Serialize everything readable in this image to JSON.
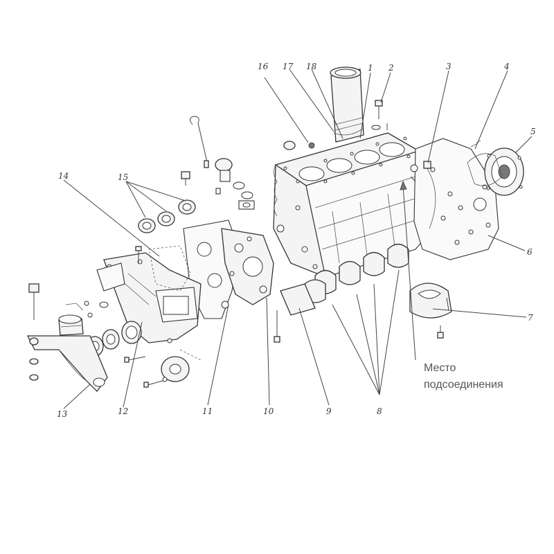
{
  "diagram": {
    "callouts": {
      "c1": "1",
      "c2": "2",
      "c3": "3",
      "c4": "4",
      "c5": "5",
      "c6": "6",
      "c7": "7",
      "c8": "8",
      "c9": "9",
      "c10": "10",
      "c11": "11",
      "c12": "12",
      "c13": "13",
      "c14": "14",
      "c15": "15",
      "c16": "16",
      "c17": "17",
      "c18": "18"
    },
    "note_line1": "Место",
    "note_line2": "подсоединения",
    "colors": {
      "line": "#333333",
      "fill": "#f4f4f4",
      "note": "#555555"
    }
  }
}
